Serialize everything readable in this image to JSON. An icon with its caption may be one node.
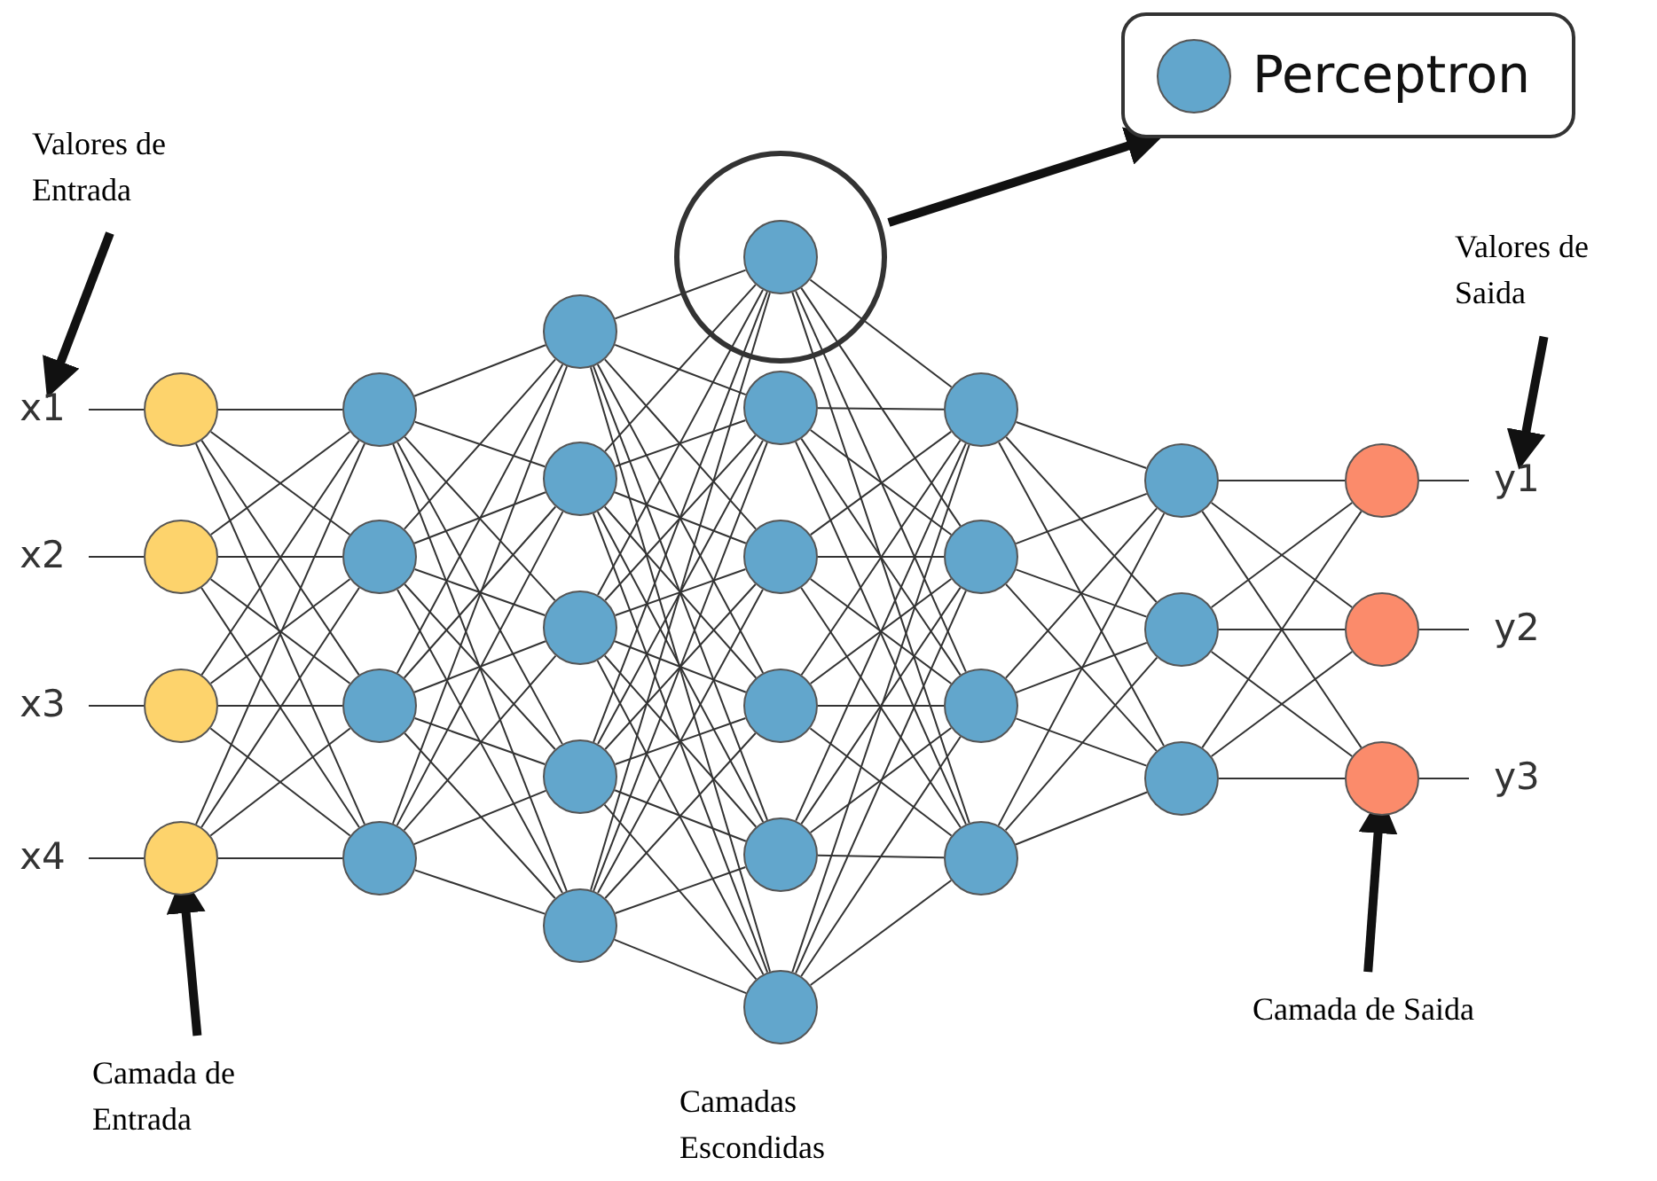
{
  "diagram": {
    "nodes": [
      {
        "text": [
          "Valores de Entrada"
        ]
      },
      {
        "text": [
          "Valores de Saida"
        ]
      },
      {
        "text": [
          "Perceptron"
        ]
      },
      {
        "text": [],
        "shape": "circle",
        "in": 2
      },
      {
        "text": [],
        "shape": "circle"
      },
      {
        "text": [
          "x1"
        ]
      },
      {
        "text": [
          "x2"
        ]
      },
      {
        "text": [
          "x3"
        ]
      },
      {
        "text": [
          "x4"
        ]
      },
      {
        "text": [],
        "shape": "circle"
      },
      {
        "text": [],
        "shape": "circle"
      },
      {
        "text": [],
        "shape": "circle"
      },
      {
        "text": [],
        "shape": "circle"
      },
      {
        "text": [],
        "shape": "circle"
      },
      {
        "text": [],
        "shape": "circle"
      },
      {
        "text": [],
        "shape": "circle"
      },
      {
        "text": [],
        "shape": "circle"
      },
      {
        "text": [],
        "shape": "circle"
      },
      {
        "text": [],
        "shape": "circle"
      },
      {
        "text": [],
        "shape": "circle"
      },
      {
        "text": [],
        "shape": "circle"
      },
      {
        "text": [],
        "shape": "circle"
      },
      {
        "text": [],
        "shape": "circle",
        "in": 4
      },
      {
        "text": [],
        "shape": "circle"
      },
      {
        "text": [],
        "shape": "circle"
      },
      {
        "text": [],
        "shape": "circle"
      },
      {
        "text": [],
        "shape": "circle"
      },
      {
        "text": [],
        "shape": "circle"
      },
      {
        "text": [],
        "shape": "circle"
      },
      {
        "text": [],
        "shape": "circle"
      },
      {
        "text": [],
        "shape": "circle"
      },
      {
        "text": [],
        "shape": "circle"
      },
      {
        "text": [],
        "shape": "circle"
      },
      {
        "text": [],
        "shape": "circle"
      },
      {
        "text": [],
        "shape": "circle"
      },
      {
        "text": [],
        "shape": "circle"
      },
      {
        "text": [],
        "shape": "circle"
      },
      {
        "text": [],
        "shape": "circle"
      },
      {
        "text": [
          "y1"
        ]
      },
      {
        "text": [
          "y2"
        ]
      },
      {
        "text": [
          "y3"
        ]
      },
      {
        "text": [
          "Camada de Entrada"
        ]
      },
      {
        "text": [
          "Camadas Escondidas"
        ]
      },
      {
        "text": [
          "Camada de Saida"
        ]
      }
    ],
    "edges": [
      {
        "from": 0,
        "to": 5,
        "arrow": "to",
        "style": "thick"
      },
      {
        "from": 1,
        "to": 38,
        "arrow": "to",
        "style": "thick"
      },
      {
        "from": 4,
        "to": 2,
        "arrow": "to",
        "style": "thick"
      },
      {
        "from": 41,
        "to": 12,
        "arrow": "to",
        "style": "thick"
      },
      {
        "from": 43,
        "to": 37,
        "arrow": "to",
        "style": "thick"
      },
      {
        "from": 5,
        "to": 9,
        "arrow": "none"
      },
      {
        "from": 6,
        "to": 10,
        "arrow": "none"
      },
      {
        "from": 7,
        "to": 11,
        "arrow": "none"
      },
      {
        "from": 8,
        "to": 12,
        "arrow": "none"
      },
      {
        "from": 9,
        "to": 13,
        "arrow": "none"
      },
      {
        "from": 9,
        "to": 14,
        "arrow": "none"
      },
      {
        "from": 9,
        "to": 15,
        "arrow": "none"
      },
      {
        "from": 9,
        "to": 16,
        "arrow": "none"
      },
      {
        "from": 10,
        "to": 13,
        "arrow": "none"
      },
      {
        "from": 10,
        "to": 14,
        "arrow": "none"
      },
      {
        "from": 10,
        "to": 15,
        "arrow": "none"
      },
      {
        "from": 10,
        "to": 16,
        "arrow": "none"
      },
      {
        "from": 11,
        "to": 13,
        "arrow": "none"
      },
      {
        "from": 11,
        "to": 14,
        "arrow": "none"
      },
      {
        "from": 11,
        "to": 15,
        "arrow": "none"
      },
      {
        "from": 11,
        "to": 16,
        "arrow": "none"
      },
      {
        "from": 12,
        "to": 13,
        "arrow": "none"
      },
      {
        "from": 12,
        "to": 14,
        "arrow": "none"
      },
      {
        "from": 12,
        "to": 15,
        "arrow": "none"
      },
      {
        "from": 12,
        "to": 16,
        "arrow": "none"
      },
      {
        "from": 13,
        "to": 17,
        "arrow": "none"
      },
      {
        "from": 13,
        "to": 18,
        "arrow": "none"
      },
      {
        "from": 13,
        "to": 19,
        "arrow": "none"
      },
      {
        "from": 13,
        "to": 20,
        "arrow": "none"
      },
      {
        "from": 13,
        "to": 21,
        "arrow": "none"
      },
      {
        "from": 14,
        "to": 17,
        "arrow": "none"
      },
      {
        "from": 14,
        "to": 18,
        "arrow": "none"
      },
      {
        "from": 14,
        "to": 19,
        "arrow": "none"
      },
      {
        "from": 14,
        "to": 20,
        "arrow": "none"
      },
      {
        "from": 14,
        "to": 21,
        "arrow": "none"
      },
      {
        "from": 15,
        "to": 17,
        "arrow": "none"
      },
      {
        "from": 15,
        "to": 18,
        "arrow": "none"
      },
      {
        "from": 15,
        "to": 19,
        "arrow": "none"
      },
      {
        "from": 15,
        "to": 20,
        "arrow": "none"
      },
      {
        "from": 15,
        "to": 21,
        "arrow": "none"
      },
      {
        "from": 16,
        "to": 17,
        "arrow": "none"
      },
      {
        "from": 16,
        "to": 18,
        "arrow": "none"
      },
      {
        "from": 16,
        "to": 19,
        "arrow": "none"
      },
      {
        "from": 16,
        "to": 20,
        "arrow": "none"
      },
      {
        "from": 16,
        "to": 21,
        "arrow": "none"
      },
      {
        "from": 17,
        "to": 22,
        "arrow": "none"
      },
      {
        "from": 17,
        "to": 23,
        "arrow": "none"
      },
      {
        "from": 17,
        "to": 24,
        "arrow": "none"
      },
      {
        "from": 17,
        "to": 25,
        "arrow": "none"
      },
      {
        "from": 17,
        "to": 26,
        "arrow": "none"
      },
      {
        "from": 17,
        "to": 27,
        "arrow": "none"
      },
      {
        "from": 18,
        "to": 22,
        "arrow": "none"
      },
      {
        "from": 18,
        "to": 23,
        "arrow": "none"
      },
      {
        "from": 18,
        "to": 24,
        "arrow": "none"
      },
      {
        "from": 18,
        "to": 25,
        "arrow": "none"
      },
      {
        "from": 18,
        "to": 26,
        "arrow": "none"
      },
      {
        "from": 18,
        "to": 27,
        "arrow": "none"
      },
      {
        "from": 19,
        "to": 22,
        "arrow": "none"
      },
      {
        "from": 19,
        "to": 23,
        "arrow": "none"
      },
      {
        "from": 19,
        "to": 24,
        "arrow": "none"
      },
      {
        "from": 19,
        "to": 25,
        "arrow": "none"
      },
      {
        "from": 19,
        "to": 26,
        "arrow": "none"
      },
      {
        "from": 19,
        "to": 27,
        "arrow": "none"
      },
      {
        "from": 20,
        "to": 22,
        "arrow": "none"
      },
      {
        "from": 20,
        "to": 23,
        "arrow": "none"
      },
      {
        "from": 20,
        "to": 24,
        "arrow": "none"
      },
      {
        "from": 20,
        "to": 25,
        "arrow": "none"
      },
      {
        "from": 20,
        "to": 26,
        "arrow": "none"
      },
      {
        "from": 20,
        "to": 27,
        "arrow": "none"
      },
      {
        "from": 21,
        "to": 22,
        "arrow": "none"
      },
      {
        "from": 21,
        "to": 23,
        "arrow": "none"
      },
      {
        "from": 21,
        "to": 24,
        "arrow": "none"
      },
      {
        "from": 21,
        "to": 25,
        "arrow": "none"
      },
      {
        "from": 21,
        "to": 26,
        "arrow": "none"
      },
      {
        "from": 21,
        "to": 27,
        "arrow": "none"
      },
      {
        "from": 22,
        "to": 28,
        "arrow": "none"
      },
      {
        "from": 22,
        "to": 29,
        "arrow": "none"
      },
      {
        "from": 22,
        "to": 30,
        "arrow": "none"
      },
      {
        "from": 22,
        "to": 31,
        "arrow": "none"
      },
      {
        "from": 23,
        "to": 28,
        "arrow": "none"
      },
      {
        "from": 23,
        "to": 29,
        "arrow": "none"
      },
      {
        "from": 23,
        "to": 30,
        "arrow": "none"
      },
      {
        "from": 23,
        "to": 31,
        "arrow": "none"
      },
      {
        "from": 24,
        "to": 28,
        "arrow": "none"
      },
      {
        "from": 24,
        "to": 29,
        "arrow": "none"
      },
      {
        "from": 24,
        "to": 30,
        "arrow": "none"
      },
      {
        "from": 24,
        "to": 31,
        "arrow": "none"
      },
      {
        "from": 25,
        "to": 28,
        "arrow": "none"
      },
      {
        "from": 25,
        "to": 29,
        "arrow": "none"
      },
      {
        "from": 25,
        "to": 30,
        "arrow": "none"
      },
      {
        "from": 25,
        "to": 31,
        "arrow": "none"
      },
      {
        "from": 26,
        "to": 28,
        "arrow": "none"
      },
      {
        "from": 26,
        "to": 29,
        "arrow": "none"
      },
      {
        "from": 26,
        "to": 30,
        "arrow": "none"
      },
      {
        "from": 26,
        "to": 31,
        "arrow": "none"
      },
      {
        "from": 27,
        "to": 28,
        "arrow": "none"
      },
      {
        "from": 27,
        "to": 29,
        "arrow": "none"
      },
      {
        "from": 27,
        "to": 30,
        "arrow": "none"
      },
      {
        "from": 27,
        "to": 31,
        "arrow": "none"
      },
      {
        "from": 28,
        "to": 32,
        "arrow": "none"
      },
      {
        "from": 28,
        "to": 33,
        "arrow": "none"
      },
      {
        "from": 28,
        "to": 34,
        "arrow": "none"
      },
      {
        "from": 29,
        "to": 32,
        "arrow": "none"
      },
      {
        "from": 29,
        "to": 33,
        "arrow": "none"
      },
      {
        "from": 29,
        "to": 34,
        "arrow": "none"
      },
      {
        "from": 30,
        "to": 32,
        "arrow": "none"
      },
      {
        "from": 30,
        "to": 33,
        "arrow": "none"
      },
      {
        "from": 30,
        "to": 34,
        "arrow": "none"
      },
      {
        "from": 31,
        "to": 32,
        "arrow": "none"
      },
      {
        "from": 31,
        "to": 33,
        "arrow": "none"
      },
      {
        "from": 31,
        "to": 34,
        "arrow": "none"
      },
      {
        "from": 32,
        "to": 35,
        "arrow": "none"
      },
      {
        "from": 32,
        "to": 36,
        "arrow": "none"
      },
      {
        "from": 32,
        "to": 37,
        "arrow": "none"
      },
      {
        "from": 33,
        "to": 35,
        "arrow": "none"
      },
      {
        "from": 33,
        "to": 36,
        "arrow": "none"
      },
      {
        "from": 33,
        "to": 37,
        "arrow": "none"
      },
      {
        "from": 34,
        "to": 35,
        "arrow": "none"
      },
      {
        "from": 34,
        "to": 36,
        "arrow": "none"
      },
      {
        "from": 34,
        "to": 37,
        "arrow": "none"
      },
      {
        "from": 35,
        "to": 38,
        "arrow": "none"
      },
      {
        "from": 36,
        "to": 39,
        "arrow": "none"
      },
      {
        "from": 37,
        "to": 40,
        "arrow": "none"
      }
    ]
  }
}
